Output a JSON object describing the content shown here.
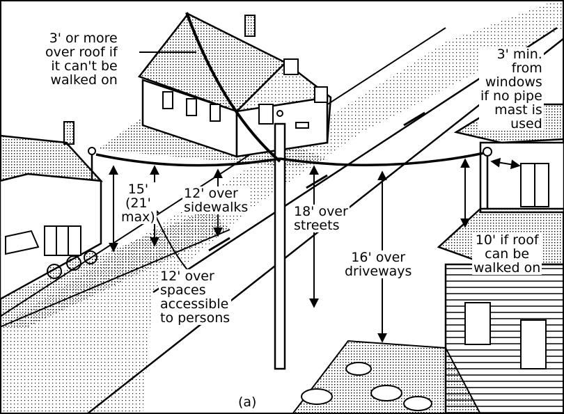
{
  "figure": {
    "caption": "(a)",
    "colors": {
      "ink": "#000000",
      "paper": "#ffffff"
    }
  },
  "labels": {
    "roof_clearance": "3' or more\nover roof if\nit can't be\nwalked on",
    "window_clearance": "3' min.\nfrom\nwindows\nif no pipe\nmast is\nused",
    "dropline_max": "15'\n(21'\nmax)",
    "sidewalks": "12' over\nsidewalks",
    "streets": "18' over\nstreets",
    "walkable_roof": "10' if roof\ncan be\nwalked on",
    "driveways": "16' over\ndriveways",
    "accessible_spaces": "12' over\nspaces\naccessible\nto persons"
  }
}
